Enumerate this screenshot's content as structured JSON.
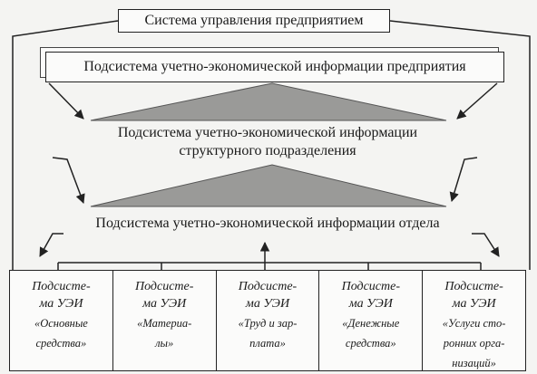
{
  "title": "Система управления предприятием",
  "enterprise_subsystem": "Подсистема учетно-экономической информации предприятия",
  "structural_subsystem": {
    "line1": "Подсистема учетно-экономической информации",
    "line2": "структурного подразделения"
  },
  "department_subsystem": "Подсистема учетно-экономической информации отдела",
  "subsystems": [
    {
      "l1": "Подсисте-",
      "l2": "ма УЭИ",
      "n1": "«Основные",
      "n2": "средства»"
    },
    {
      "l1": "Подсисте-",
      "l2": "ма УЭИ",
      "n1": "«Материа-",
      "n2": "лы»"
    },
    {
      "l1": "Подсисте-",
      "l2": "ма УЭИ",
      "n1": "«Труд и зар-",
      "n2": "плата»"
    },
    {
      "l1": "Подсисте-",
      "l2": "ма УЭИ",
      "n1": "«Денежные",
      "n2": "средства»"
    },
    {
      "l1": "Подсисте-",
      "l2": "ма УЭИ",
      "n1": "«Услуги сто-",
      "n2": "ронних орга-",
      "n3": "низаций»"
    }
  ]
}
